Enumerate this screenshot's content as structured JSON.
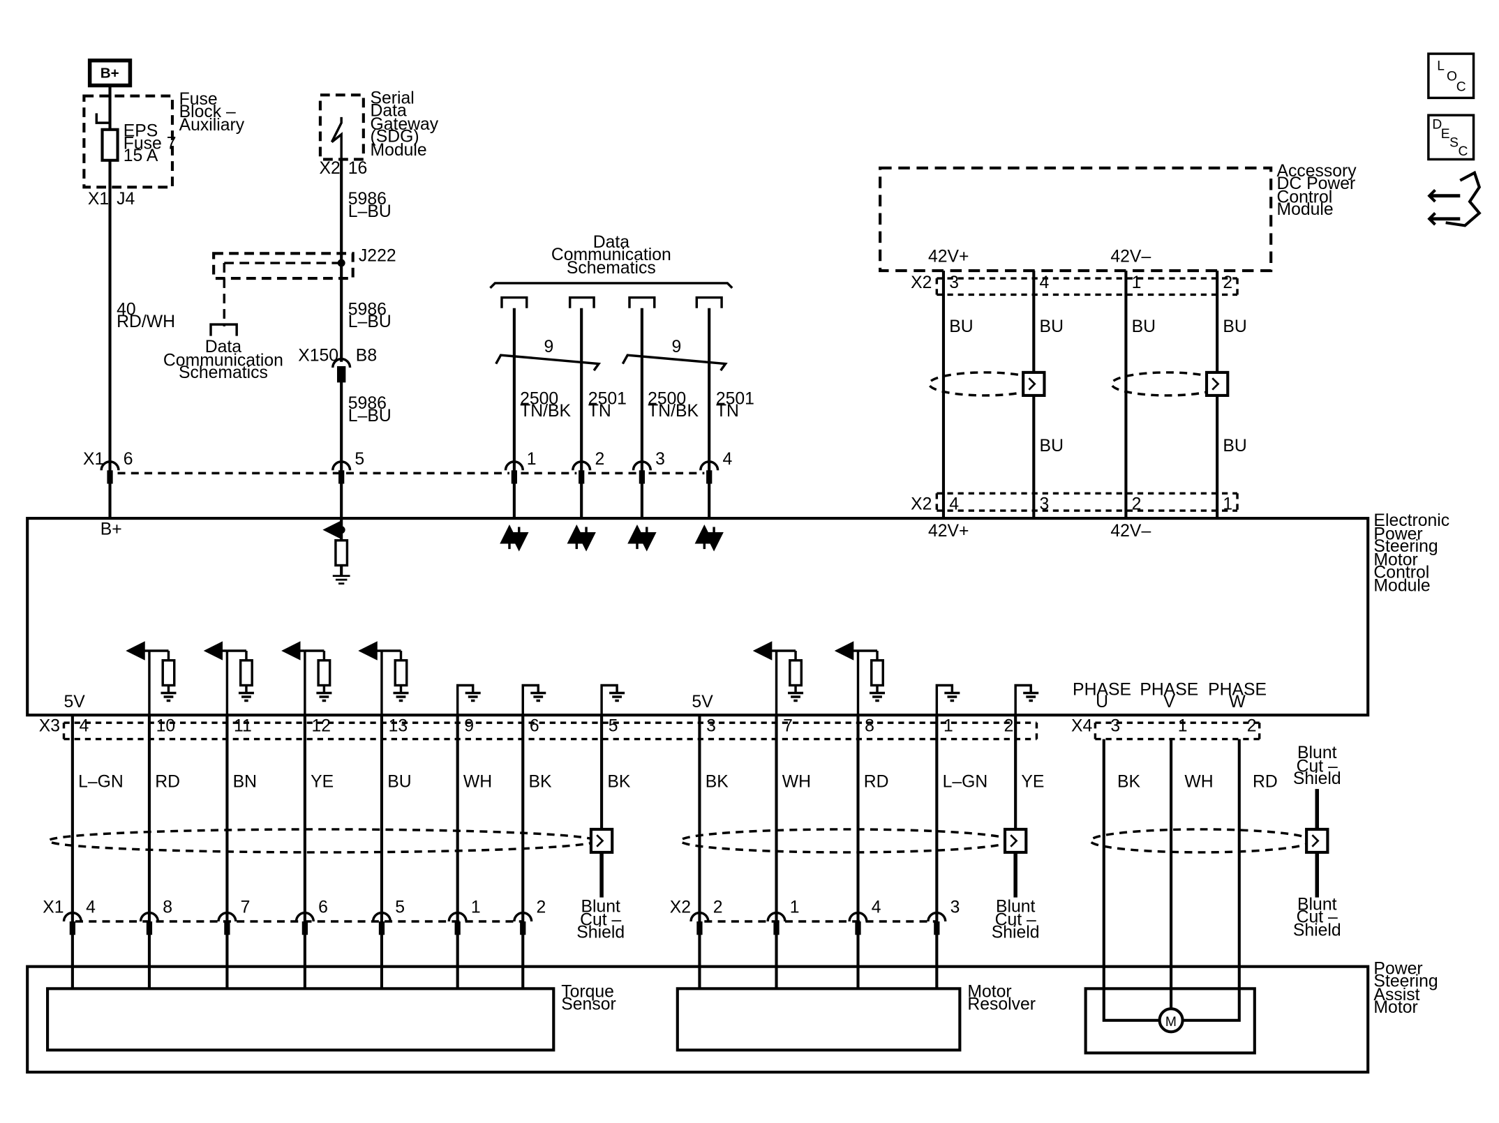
{
  "power": {
    "label": "B+"
  },
  "fuse_block": {
    "label": [
      "Fuse",
      "Block –",
      "Auxiliary"
    ],
    "fuse_label": [
      "EPS",
      "Fuse 7",
      "15 A"
    ],
    "connector": "X1",
    "pin": "J4"
  },
  "wire_40": {
    "label": [
      "40",
      "RD/WH"
    ]
  },
  "sdg": {
    "label": [
      "Serial",
      "Data",
      "Gateway",
      "(SDG)",
      "Module"
    ],
    "connector": "X2",
    "pin": "16"
  },
  "wire_5986": {
    "label": [
      "5986",
      "L–BU"
    ]
  },
  "splice": {
    "label": "J222"
  },
  "x150": {
    "connector": "X150",
    "pin": "B8"
  },
  "data_comm_left": {
    "label": [
      "Data",
      "Communication",
      "Schematics"
    ]
  },
  "data_comm_top": {
    "label": [
      "Data",
      "Communication",
      "Schematics"
    ]
  },
  "twist_count": "9",
  "data_wires": [
    {
      "num": "2500",
      "color": "TN/BK",
      "pin": "1"
    },
    {
      "num": "2501",
      "color": "TN",
      "pin": "2"
    },
    {
      "num": "2500",
      "color": "TN/BK",
      "pin": "3"
    },
    {
      "num": "2501",
      "color": "TN",
      "pin": "4"
    }
  ],
  "top_x1": {
    "connector": "X1",
    "pins": [
      "6",
      "5"
    ]
  },
  "accessory_module": {
    "label": [
      "Accessory",
      "DC Power",
      "Control",
      "Module"
    ],
    "connector": "X2",
    "pos_label": "42V+",
    "neg_label": "42V–",
    "pins": [
      "3",
      "4",
      "1",
      "2"
    ]
  },
  "accessory_wires": {
    "colors": [
      "BU",
      "BU",
      "BU",
      "BU"
    ],
    "lower_colors": [
      "BU",
      "BU"
    ]
  },
  "epsmcm": {
    "label": [
      "Electronic",
      "Power",
      "Steering",
      "Motor",
      "Control",
      "Module"
    ],
    "bplus": "B+",
    "x2_connector": "X2",
    "x2_pins": [
      "4",
      "3",
      "2",
      "1"
    ],
    "pos_label": "42V+",
    "neg_label": "42V–",
    "fivev_left": "5V",
    "fivev_right": "5V",
    "phases": [
      "PHASE U",
      "PHASE V",
      "PHASE W"
    ]
  },
  "x3": {
    "connector": "X3",
    "pins": [
      "4",
      "10",
      "11",
      "12",
      "13",
      "9",
      "6",
      "5",
      "3",
      "7",
      "8",
      "1",
      "2"
    ],
    "colors": [
      "L–GN",
      "RD",
      "BN",
      "YE",
      "BU",
      "WH",
      "BK",
      "BK",
      "BK",
      "WH",
      "RD",
      "L–GN",
      "YE"
    ]
  },
  "x4": {
    "connector": "X4",
    "pins": [
      "3",
      "1",
      "2"
    ],
    "colors": [
      "BK",
      "WH",
      "RD"
    ]
  },
  "blunt_cut": {
    "label": [
      "Blunt",
      "Cut –",
      "Shield"
    ]
  },
  "torque_sensor": {
    "label": [
      "Torque",
      "Sensor"
    ],
    "connector": "X1",
    "pins": [
      "4",
      "8",
      "7",
      "6",
      "5",
      "1",
      "2"
    ]
  },
  "motor_resolver": {
    "label": [
      "Motor",
      "Resolver"
    ],
    "connector": "X2",
    "pins": [
      "2",
      "1",
      "4",
      "3"
    ]
  },
  "assist_motor": {
    "label": [
      "Power",
      "Steering",
      "Assist",
      "Motor"
    ],
    "motor_symbol": "M"
  },
  "side_icons": {
    "loc": [
      "L",
      "O",
      "C"
    ],
    "desc": [
      "D",
      "E",
      "S",
      "C"
    ],
    "icon": "connector-hand-icon"
  }
}
